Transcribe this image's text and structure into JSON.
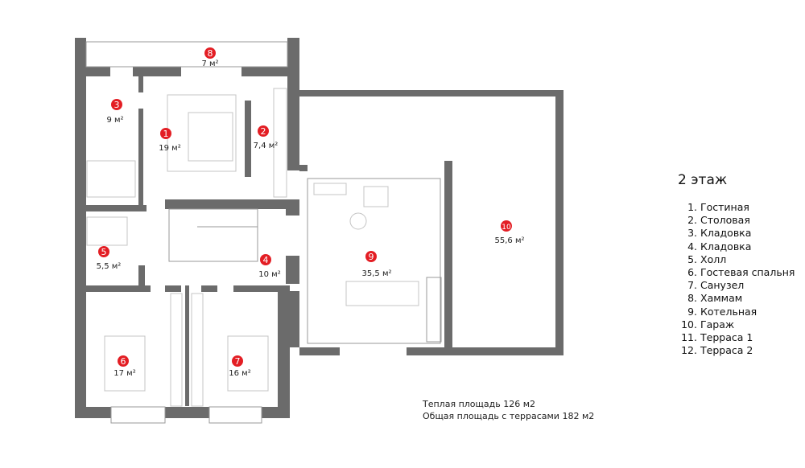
{
  "floor_title": "2 этаж",
  "legend": [
    {
      "num": "1.",
      "name": "Гостиная"
    },
    {
      "num": "2.",
      "name": "Столовая"
    },
    {
      "num": "3.",
      "name": "Кладовка"
    },
    {
      "num": "4.",
      "name": "Кладовка"
    },
    {
      "num": "5.",
      "name": "Холл"
    },
    {
      "num": "6.",
      "name": "Гостевая спальня"
    },
    {
      "num": "7.",
      "name": "Санузел"
    },
    {
      "num": "8.",
      "name": "Хаммам"
    },
    {
      "num": "9.",
      "name": "Котельная"
    },
    {
      "num": "10.",
      "name": "Гараж"
    },
    {
      "num": "11.",
      "name": "Терраса 1"
    },
    {
      "num": "12.",
      "name": "Терраса 2"
    }
  ],
  "rooms": [
    {
      "num": "1",
      "area": "19 м²"
    },
    {
      "num": "2",
      "area": "7,4 м²"
    },
    {
      "num": "3",
      "area": "9 м²"
    },
    {
      "num": "4",
      "area": "10 м²"
    },
    {
      "num": "5",
      "area": "5,5 м²"
    },
    {
      "num": "6",
      "area": "17 м²"
    },
    {
      "num": "7",
      "area": "16 м²"
    },
    {
      "num": "8",
      "area": "7 м²"
    },
    {
      "num": "9",
      "area": "35,5 м²"
    },
    {
      "num": "10",
      "area": "55,6 м²"
    }
  ],
  "totals": {
    "warm_area": "Теплая площадь 126 м2",
    "total_area": "Общая площадь с террасами 182 м2"
  },
  "colors": {
    "marker": "#e31e24",
    "wall": "#6b6b6b"
  }
}
